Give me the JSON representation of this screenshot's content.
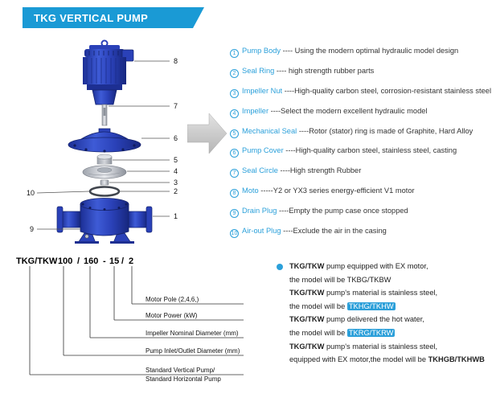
{
  "colors": {
    "accent": "#1a9ad5",
    "pump_blue": "#2a41b8",
    "list_blue": "#2ba0da",
    "text": "#333333"
  },
  "banner": {
    "title": "TKG VERTICAL PUMP"
  },
  "diagram": {
    "callouts": [
      "8",
      "7",
      "6",
      "5",
      "4",
      "3",
      "2",
      "10",
      "1",
      "9"
    ]
  },
  "parts_list": {
    "items": [
      {
        "num": "1",
        "name": "Pump Body",
        "desc": "---- Using the modern optimal hydraulic model design"
      },
      {
        "num": "2",
        "name": "Seal Ring",
        "desc": "---- high strength rubber parts"
      },
      {
        "num": "3",
        "name": "Impeller Nut",
        "desc": "----High-quality carbon steel, corrosion-resistant stainless steel"
      },
      {
        "num": "4",
        "name": "Impeller",
        "desc": "----Select the modern excellent hydraulic model"
      },
      {
        "num": "5",
        "name": "Mechanical Seal",
        "desc": "----Rotor (stator) ring is made of Graphite, Hard Alloy"
      },
      {
        "num": "6",
        "name": "Pump Cover",
        "desc": "----High-quality carbon steel, stainless steel, casting"
      },
      {
        "num": "7",
        "name": "Seal Circle",
        "desc": "----High strength Rubber"
      },
      {
        "num": "8",
        "name": "Moto",
        "desc": "-----Y2 or YX3 series energy-efficient V1 motor"
      },
      {
        "num": "9",
        "name": "Drain Plug",
        "desc": "----Empty the pump case once stopped"
      },
      {
        "num": "10",
        "name": "Air-out Plug",
        "desc": "----Exclude the air in the casing"
      }
    ]
  },
  "model_code": {
    "segments": [
      "TKG/TKW",
      "100",
      "/",
      "160",
      "-",
      "15",
      "/",
      "2"
    ],
    "labels": [
      "Motor Pole (2,4,6,)",
      "Motor Power (kW)",
      "Impeller Nominal Diameter (mm)",
      "Pump Inlet/Outlet Diameter (mm)",
      "Standard Vertical Pump/",
      "Standard Horizontal Pump"
    ]
  },
  "notes": {
    "lines": [
      {
        "bold": "TKG/TKW",
        "text": " pump equipped with EX motor,"
      },
      {
        "text": "the model will be ",
        "model": "TKBG/TKBW"
      },
      {
        "bold": "TKG/TKW",
        "text": " pump's material is stainless steel,"
      },
      {
        "text": "the model will be ",
        "model": "TKHG/TKHW"
      },
      {
        "bold": "TKG/TKW",
        "text": " pump delivered the hot water,"
      },
      {
        "text": "the model will be ",
        "model": "TKRG/TKRW"
      },
      {
        "bold": "TKG/TKW",
        "text": " pump's material is stainless steel,"
      },
      {
        "text": "equipped with EX motor,the model will be ",
        "model": "TKHGB/TKHWB"
      }
    ]
  }
}
